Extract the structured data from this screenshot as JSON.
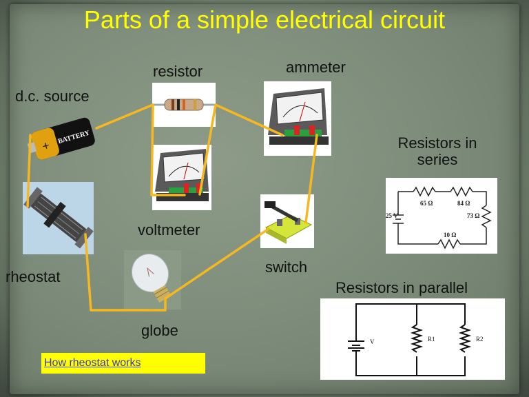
{
  "title": "Parts of a simple electrical circuit",
  "labels": {
    "resistor": "resistor",
    "ammeter": "ammeter",
    "dc_source": "d.c. source",
    "voltmeter": "voltmeter",
    "rheostat": "rheostat",
    "switch": "switch",
    "globe": "globe",
    "resistors_series": "Resistors in series",
    "resistors_parallel": "Resistors in parallel"
  },
  "battery_text": "BATTERY",
  "series_diagram": {
    "source": "25 V",
    "r1": "65 Ω",
    "r2": "84 Ω",
    "r3": "73 Ω",
    "r4": "10 Ω"
  },
  "parallel_diagram": {
    "source": "V",
    "r1": "R1",
    "r2": "R2"
  },
  "link": {
    "text": "How rheostat works"
  },
  "colors": {
    "title": "#ffff00",
    "wire": "#f5b820",
    "link_bg": "#ffff00",
    "link_text": "#3a3acc"
  }
}
